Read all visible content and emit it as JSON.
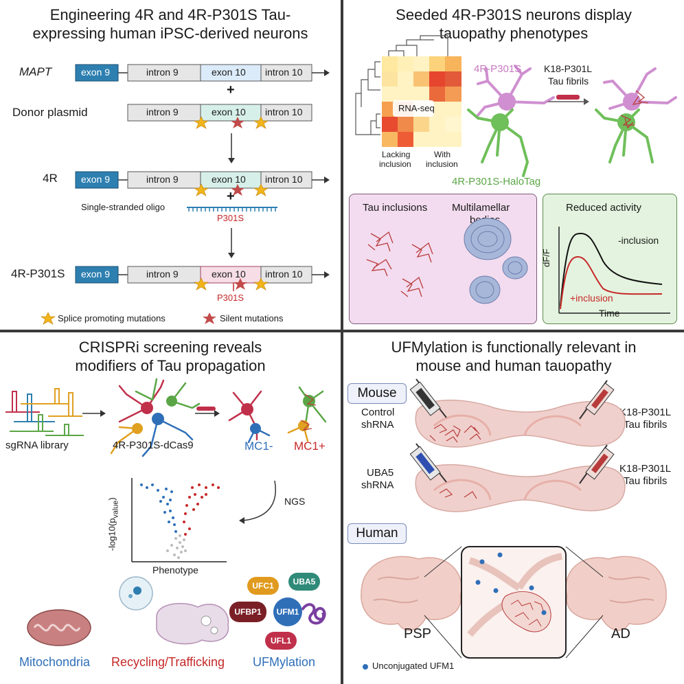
{
  "panel_tl": {
    "title_line1": "Engineering 4R and 4R-P301S Tau-",
    "title_line2": "expressing human iPSC-derived neurons",
    "mapt_label": "MAPT",
    "donor_label": "Donor plasmid",
    "r4_label": "4R",
    "r4p_label": "4R-P301S",
    "exon9": "exon 9",
    "intron9": "intron 9",
    "exon10": "exon 10",
    "intron10": "intron 10",
    "plus": "+",
    "oligo_label": "Single-stranded oligo",
    "p301s": "P301S",
    "legend_splice": "Splice promoting mutations",
    "legend_silent": "Silent mutations"
  },
  "panel_tr": {
    "title_line1": "Seeded 4R-P301S neurons display",
    "title_line2": "tauopathy phenotypes",
    "rnaseq": "RNA-seq",
    "lacking": "Lacking",
    "inclusion1": "inclusion",
    "with": "With",
    "inclusion2": "inclusion",
    "neuron_4r": "4R-P301S",
    "fibrils_1": "K18-P301L",
    "fibrils_2": "Tau fibrils",
    "halotag": "4R-P301S-HaloTag",
    "tau_inclusions": "Tau inclusions",
    "multi1": "Multilamellar",
    "multi2": "bodies",
    "reduced": "Reduced activity",
    "minus_incl": "-inclusion",
    "plus_incl": "+inclusion",
    "ylabel": "dF/F",
    "xlabel": "Time"
  },
  "panel_bl": {
    "title_line1": "CRISPRi screening reveals",
    "title_line2": "modifiers of Tau propagation",
    "sgrna": "sgRNA library",
    "dcas9": "4R-P301S-dCas9",
    "mc1neg": "MC1-",
    "mc1pos": "MC1+",
    "ngs": "NGS",
    "ylabel": "-log10(p",
    "ylabel_sub": "value",
    "xlabel": "Phenotype",
    "mito": "Mitochondria",
    "recycling": "Recycling/Trafficking",
    "ufmylation": "UFMylation",
    "ufc1": "UFC1",
    "uba5": "UBA5",
    "ufbp1": "UFBP1",
    "ufm1": "UFM1",
    "ufl1": "UFL1"
  },
  "panel_br": {
    "title_line1": "UFMylation is functionally relevant in",
    "title_line2": "mouse and human tauopathy",
    "mouse": "Mouse",
    "control1": "Control",
    "control2": "shRNA",
    "uba51": "UBA5",
    "uba52": "shRNA",
    "fib1a": "K18-P301L",
    "fib1b": "Tau fibrils",
    "fib2a": "K18-P301L",
    "fib2b": "Tau fibrils",
    "human": "Human",
    "psp": "PSP",
    "ad": "AD",
    "unconj": "Unconjugated UFM1"
  },
  "colors": {
    "exon9": "#2d7fb0",
    "exon10_mapt": "#dcebfa",
    "exon10_donor": "#d7efe9",
    "exon10_p301s": "#f6dde6",
    "intron": "#e6e6e6",
    "neuron_pink": "#cf8fd0",
    "neuron_green": "#6fbf5a",
    "tau_red": "#b83b3b",
    "panel_purple": "#f3dcef",
    "panel_green": "#e4f3df"
  }
}
